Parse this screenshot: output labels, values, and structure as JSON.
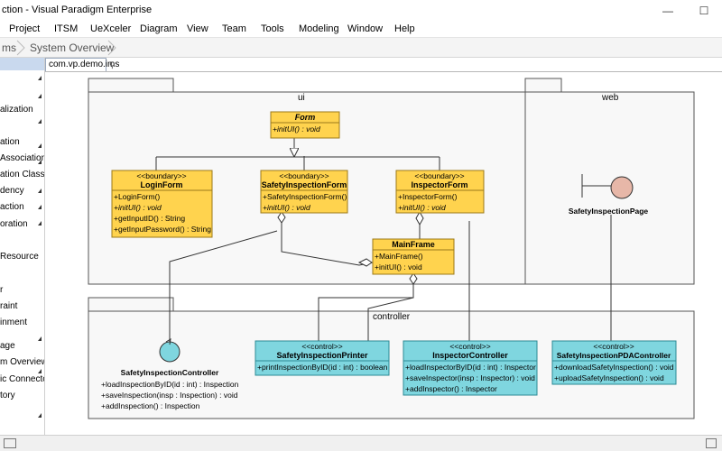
{
  "window": {
    "title": "ction - Visual Paradigm Enterprise",
    "minimize": "—",
    "maximize": "☐"
  },
  "menu": [
    "Project",
    "ITSM",
    "UeXceler",
    "Diagram",
    "View",
    "Team",
    "Tools",
    "Modeling",
    "Window",
    "Help"
  ],
  "breadcrumb": [
    "ms",
    "System Overview"
  ],
  "tab": {
    "label": "com.vp.demo.ims"
  },
  "sidebar": {
    "items": [
      "alization",
      "ation",
      "Association",
      "ation Class",
      "dency",
      "action",
      "oration",
      "Resource",
      "r",
      "raint",
      "inment",
      "age",
      "m Overview",
      "ic Connector",
      "tory"
    ]
  },
  "diagram": {
    "packages": {
      "ui": "ui",
      "web": "web",
      "controller": "controller"
    },
    "classes": {
      "form": {
        "name": "Form",
        "ops": [
          "+initUI() : void"
        ]
      },
      "login": {
        "stereo": "<<boundary>>",
        "name": "LoginForm",
        "ops": [
          "+LoginForm()",
          "+initUI() : void",
          "+getInputID() : String",
          "+getInputPassword() : String"
        ]
      },
      "safety": {
        "stereo": "<<boundary>>",
        "name": "SafetyInspectionForm",
        "ops": [
          "+SafetyInspectionForm()",
          "+initUI() : void"
        ]
      },
      "inspector": {
        "stereo": "<<boundary>>",
        "name": "InspectorForm",
        "ops": [
          "+InspectorForm()",
          "+initUI() : void"
        ]
      },
      "mainframe": {
        "name": "MainFrame",
        "ops": [
          "+MainFrame()",
          "+initUI() : void"
        ]
      },
      "printer": {
        "stereo": "<<control>>",
        "name": "SafetyInspectionPrinter",
        "ops": [
          "+printInspectionByID(id : int) : boolean"
        ]
      },
      "inspctrl": {
        "stereo": "<<control>>",
        "name": "InspectorController",
        "ops": [
          "+loadInspectorByID(id : int) : Inspector",
          "+saveInspector(insp : Inspector) : void",
          "+addInspector() : Inspector"
        ]
      },
      "pda": {
        "stereo": "<<control>>",
        "name": "SafetyInspectionPDAController",
        "ops": [
          "+downloadSafetyInspection() : void",
          "+uploadSafetyInspection() : void"
        ]
      }
    },
    "boundary_page": {
      "name": "SafetyInspectionPage"
    },
    "control_obj": {
      "name": "SafetyInspectionController",
      "ops": [
        "+loadInspectionByID(id : int) : Inspection",
        "+saveInspection(insp : Inspection) : void",
        "+addInspection() : Inspection"
      ]
    }
  },
  "colors": {
    "yellow": "#ffd34e",
    "yellow_border": "#9b7a1a",
    "cyan": "#7fd6df",
    "cyan_border": "#2c8a94",
    "package_fill": "#f8f8f8",
    "boundary_circle": "#e7b7a8",
    "control_circle": "#7fd6df"
  }
}
